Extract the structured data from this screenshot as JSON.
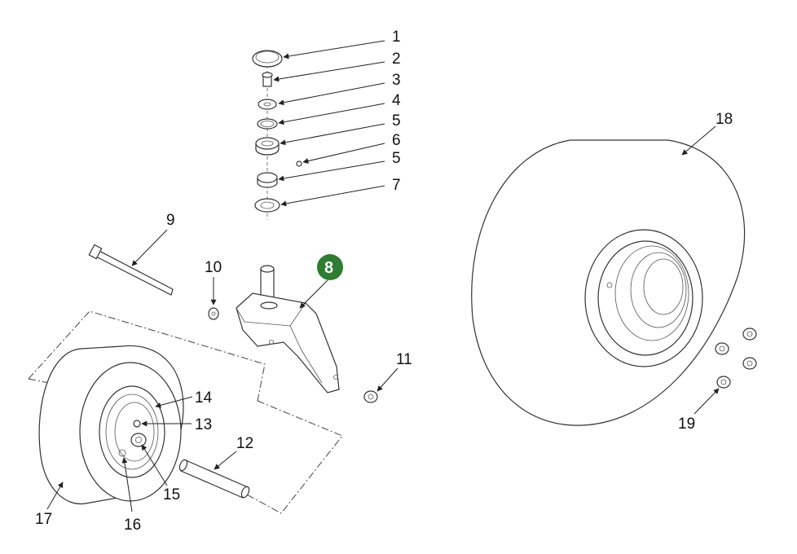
{
  "callouts": {
    "c1": "1",
    "c2": "2",
    "c3": "3",
    "c4": "4",
    "c5a": "5",
    "c6": "6",
    "c5b": "5",
    "c7": "7",
    "c8": "8",
    "c9": "9",
    "c10": "10",
    "c11": "11",
    "c12": "12",
    "c13": "13",
    "c14": "14",
    "c15": "15",
    "c16": "16",
    "c17": "17",
    "c18": "18",
    "c19": "19"
  },
  "colors": {
    "highlight_badge": "#2e7d32",
    "line": "#222222"
  }
}
